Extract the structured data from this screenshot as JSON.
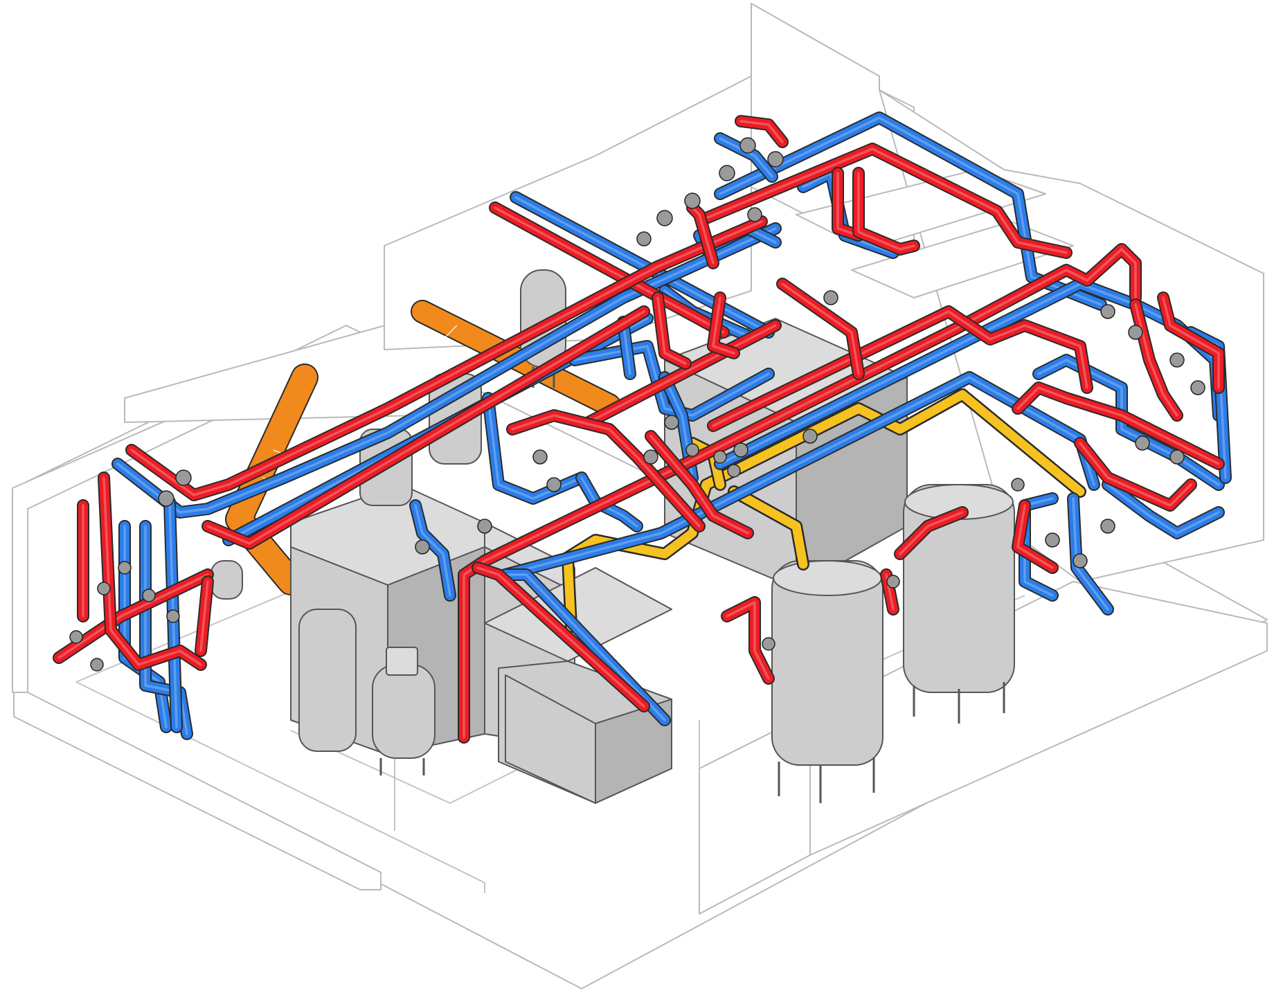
{
  "colors": {
    "hot_supply": "#ec1c24",
    "cold_return": "#2b7de9",
    "gas_line": "#f6c220",
    "flue_duct": "#f08a1c",
    "equipment": "#cdcdcd",
    "room_outline": "#b9b9b9"
  },
  "equipment": {
    "boilers": 2,
    "storage_tanks": 2,
    "expansion_vessels": 3,
    "pipe_manifolds": 3
  }
}
